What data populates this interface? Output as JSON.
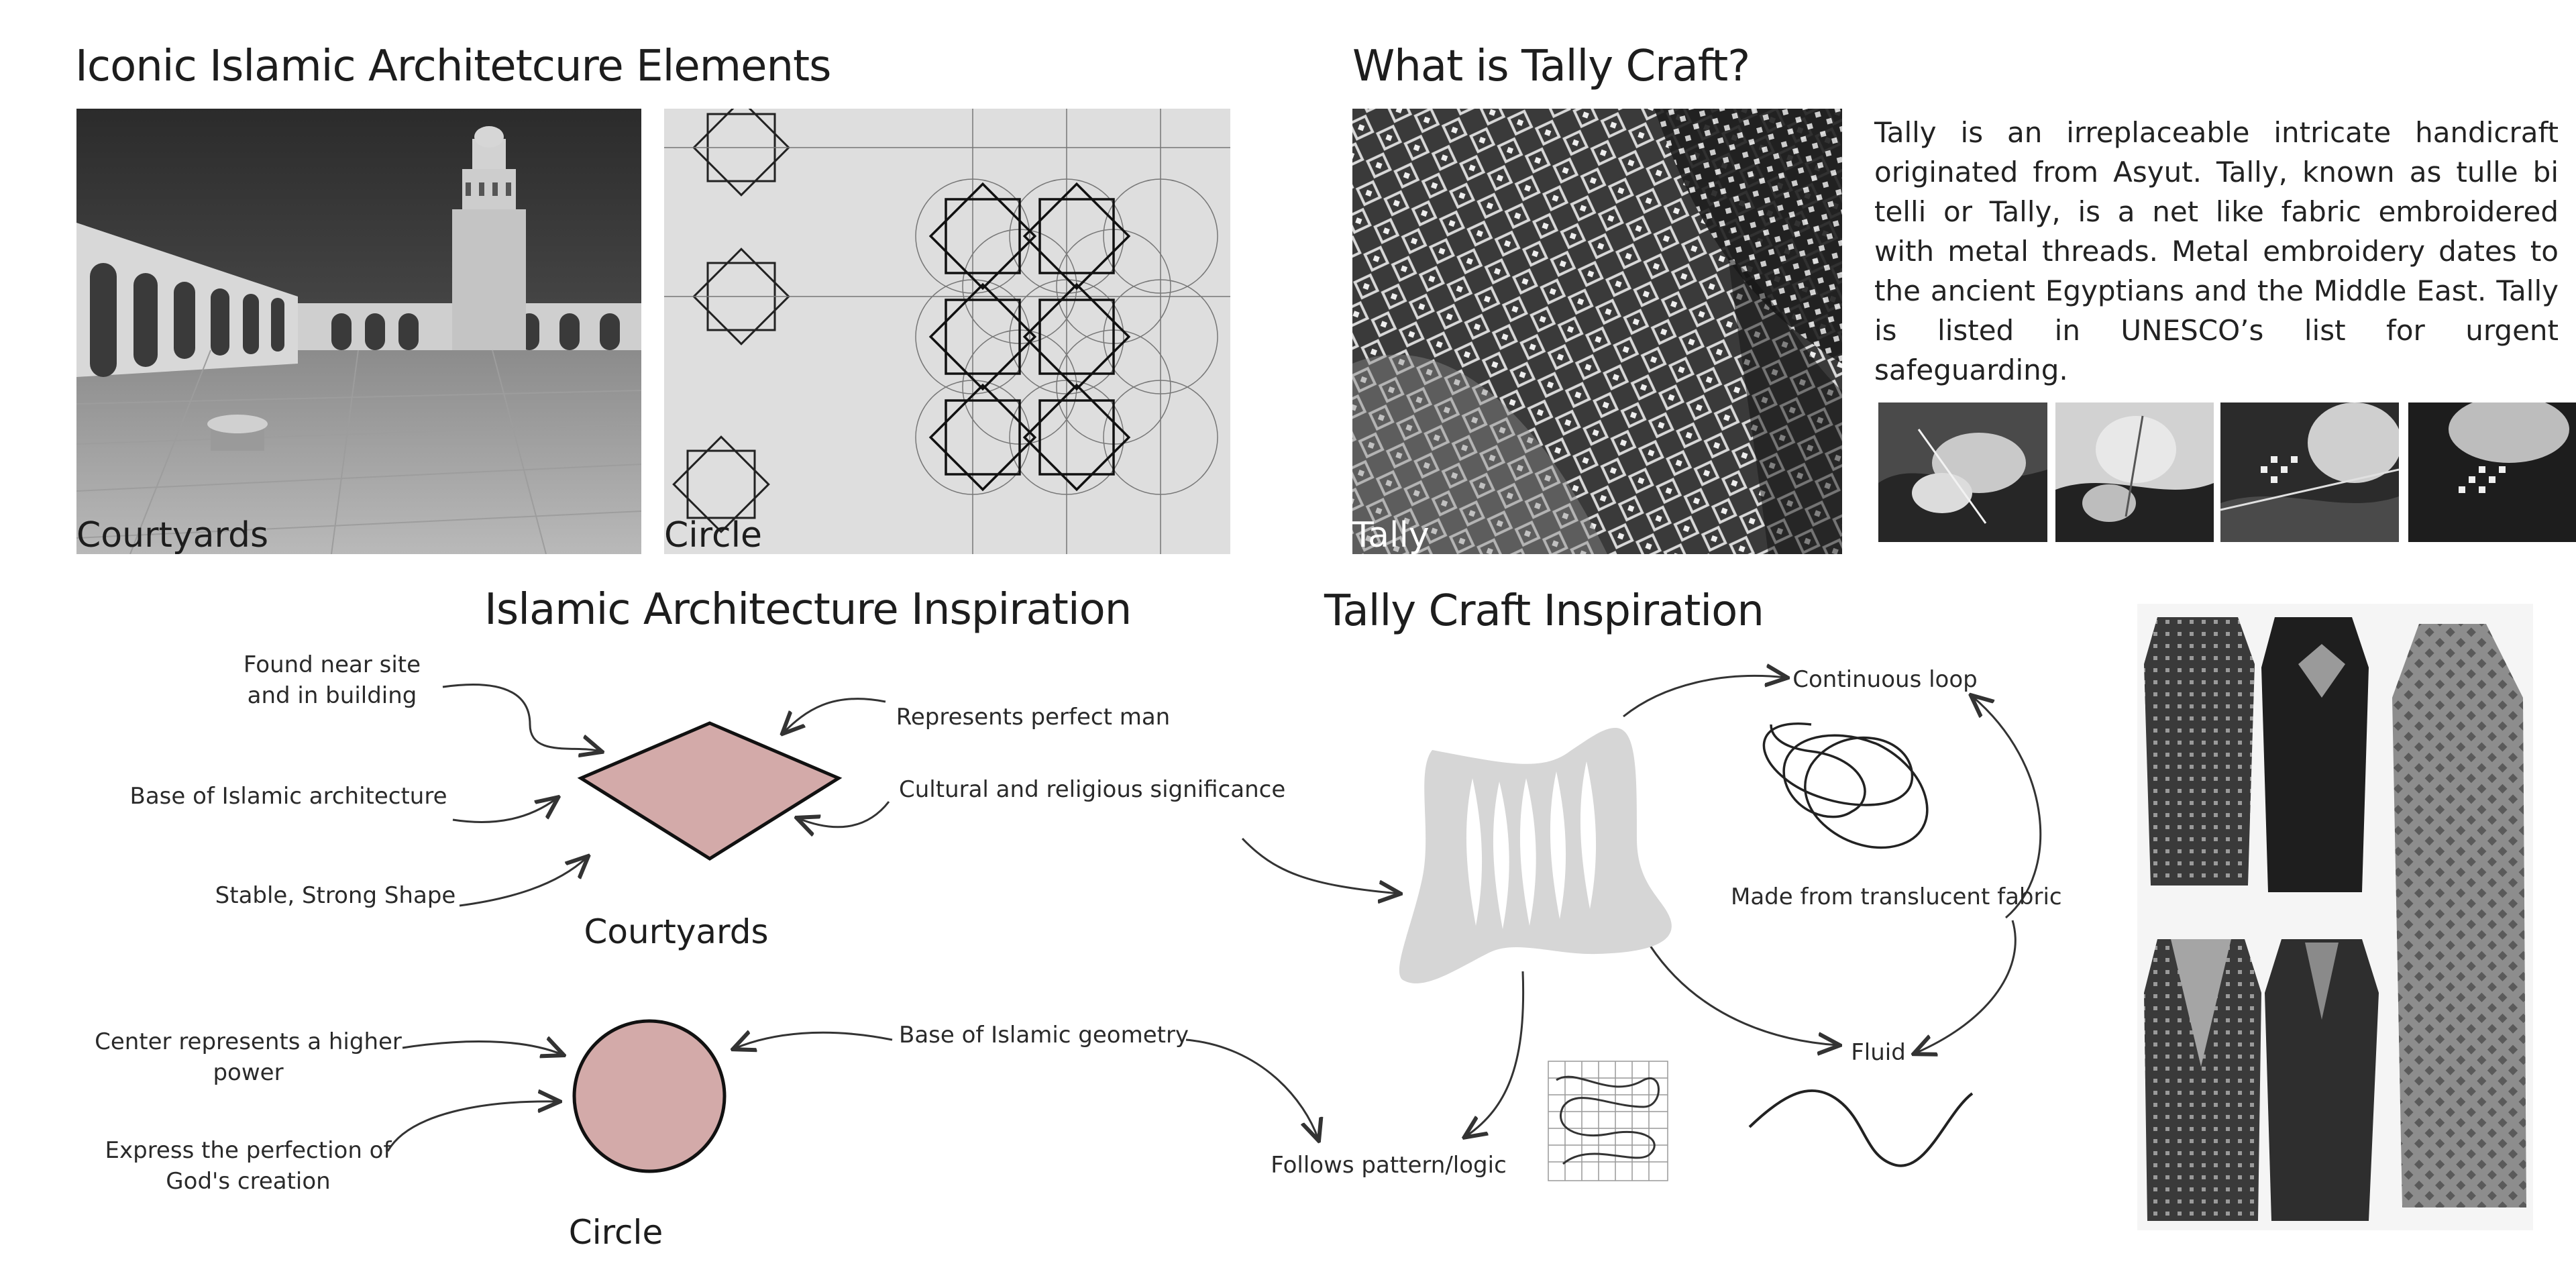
{
  "sections": {
    "arch_elements_title": "Iconic Islamic Architetcure Elements",
    "tally_title": "What is Tally Craft?",
    "arch_inspiration_title": "Islamic Architecture Inspiration",
    "tally_inspiration_title": "Tally Craft Inspiration"
  },
  "photos": {
    "courtyards_label": "Courtyards",
    "circle_label": "Circle",
    "tally_label": "Tally"
  },
  "tally_description": "Tally is an irreplaceable intricate handicraft originated from Asyut. Tally, known as tulle bi telli or Tally, is a net like fabric embroidered with metal threads. Metal embroidery dates to the ancient Egyptians and the Middle East. Tally is listed in UNESCO’s list for urgent safeguarding.",
  "arch_diagram": {
    "courtyard_labels": {
      "found_near": "Found near site\nand in building",
      "base_arch": "Base of Islamic architecture",
      "stable": "Stable, Strong Shape",
      "perfect_man": "Represents perfect man",
      "cultural": "Cultural and religious significance"
    },
    "courtyards_caption": "Courtyards",
    "circle_labels": {
      "center": "Center represents a higher\npower",
      "express": "Express the perfection of\nGod's creation",
      "base_geometry": "Base of Islamic geometry"
    },
    "circle_caption": "Circle"
  },
  "tally_diagram": {
    "continuous_loop": "Continuous loop",
    "translucent": "Made from translucent fabric",
    "fluid": "Fluid",
    "follows_pattern": "Follows pattern/logic"
  },
  "colors": {
    "shape_fill": "#d3aaa9",
    "blob_fill": "#d6d6d6"
  }
}
